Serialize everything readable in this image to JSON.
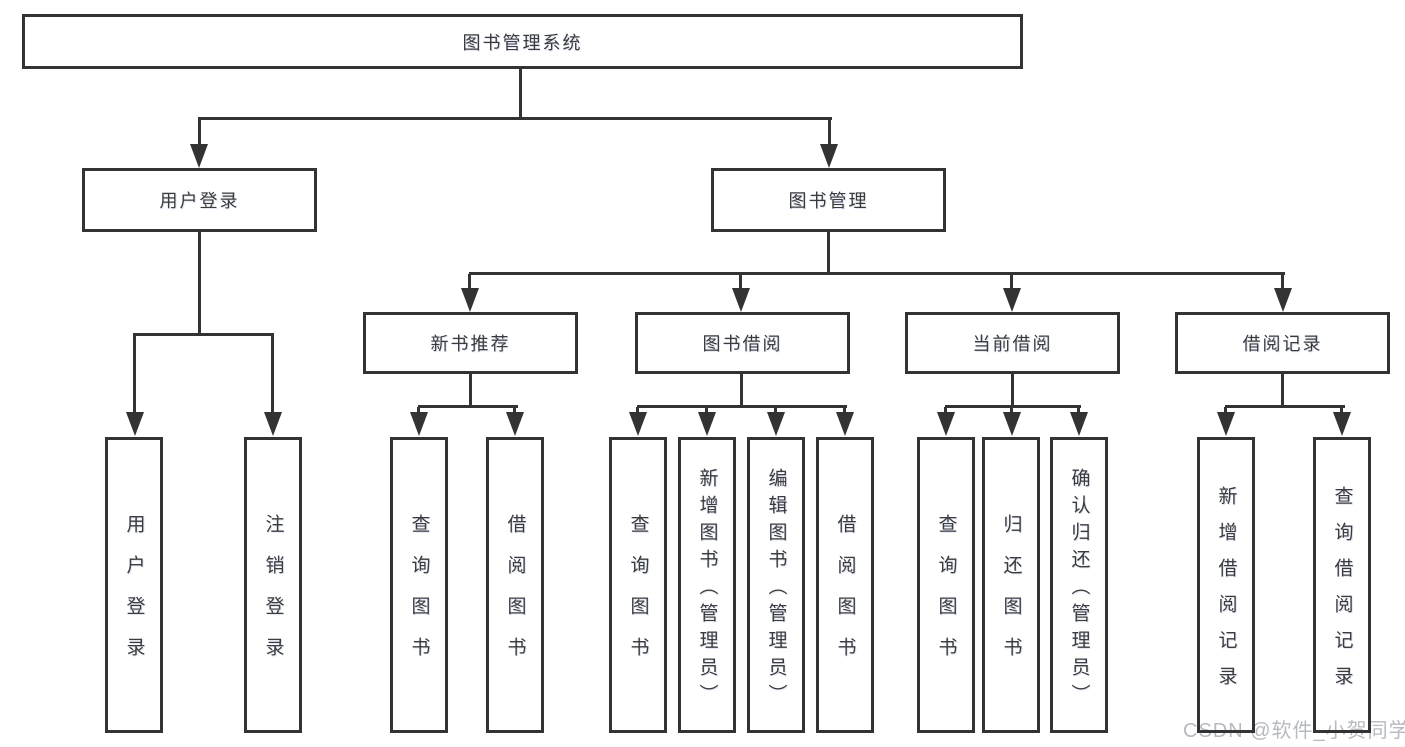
{
  "diagram": {
    "root_label": "图书管理系统",
    "level1": [
      "用户登录",
      "图书管理"
    ],
    "level2": [
      "新书推荐",
      "图书借阅",
      "当前借阅",
      "借阅记录"
    ],
    "leaves": {
      "user_login": [
        "用户登录",
        "注销登录"
      ],
      "new_books": [
        "查询图书",
        "借阅图书"
      ],
      "book_borrow": [
        "查询图书",
        "新增图书（管理员）",
        "编辑图书（管理员）",
        "借阅图书"
      ],
      "current_borrow": [
        "查询图书",
        "归还图书",
        "确认归还（管理员）"
      ],
      "borrow_records": [
        "新增借阅记录",
        "查询借阅记录"
      ]
    },
    "colors": {
      "line": "#333333",
      "border": "#333333",
      "text": "#3b3b3b",
      "box_fill": "#ffffff",
      "watermark": "#b6bac1"
    }
  },
  "watermark": {
    "text": "CSDN @软件_小贺同学"
  }
}
